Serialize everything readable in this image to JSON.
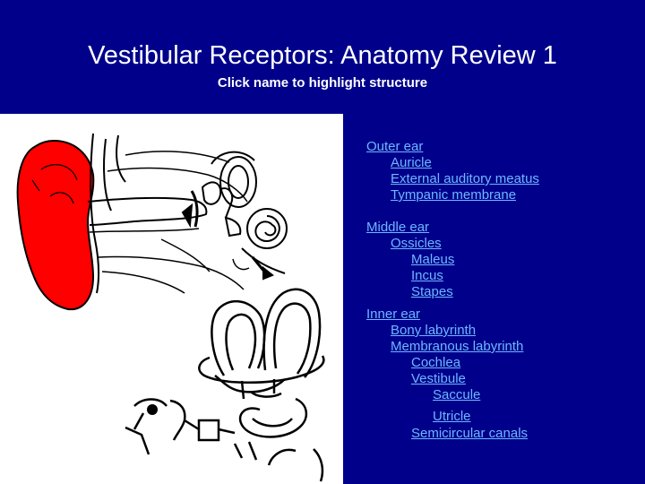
{
  "header": {
    "title": "Vestibular Receptors: Anatomy Review 1",
    "subtitle": "Click name to highlight structure"
  },
  "colors": {
    "background": "#00008b",
    "link": "#6fb7ff",
    "highlight": "#ff0000",
    "illustration_bg": "#ffffff"
  },
  "highlighted_structure": "Auricle",
  "menu": {
    "outer_ear": "Outer ear",
    "auricle": "Auricle",
    "external_auditory_meatus": "External auditory meatus",
    "tympanic_membrane": "Tympanic membrane",
    "middle_ear": "Middle ear",
    "ossicles": "Ossicles",
    "maleus": "Maleus",
    "incus": "Incus",
    "stapes": "Stapes",
    "inner_ear": "Inner ear",
    "bony_labyrinth": "Bony labyrinth",
    "membranous_labyrinth": "Membranous labyrinth",
    "cochlea": "Cochlea",
    "vestibule": "Vestibule",
    "saccule": "Saccule",
    "utricle": "Utricle",
    "semicircular_canals": "Semicircular canals"
  }
}
